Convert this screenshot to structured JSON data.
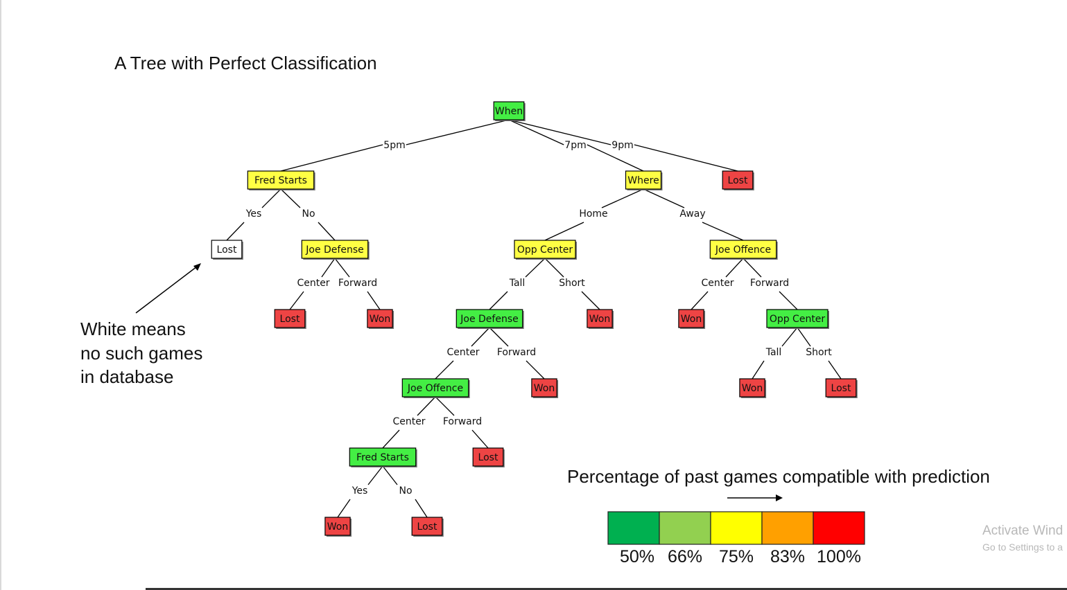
{
  "title": "A Tree with Perfect Classification",
  "annotation": {
    "lines": [
      "White means",
      "no such games",
      "in database"
    ]
  },
  "legend": {
    "title": "Percentage of past games compatible with prediction",
    "swatches": [
      {
        "color": "#00b050",
        "label": "50%"
      },
      {
        "color": "#92d050",
        "label": "66%"
      },
      {
        "color": "#ffff00",
        "label": "75%"
      },
      {
        "color": "#ffa000",
        "label": "83%"
      },
      {
        "color": "#ff0000",
        "label": "100%"
      }
    ]
  },
  "tree": {
    "colors": {
      "green": "#44ee44",
      "yellow": "#ffff44",
      "red": "#ee4444",
      "white": "#ffffff"
    },
    "nodes": [
      {
        "id": "when",
        "label": "When",
        "color": "green"
      },
      {
        "id": "fred1",
        "label": "Fred Starts",
        "color": "yellow"
      },
      {
        "id": "where",
        "label": "Where",
        "color": "yellow"
      },
      {
        "id": "lost9",
        "label": "Lost",
        "color": "red"
      },
      {
        "id": "lostW",
        "label": "Lost",
        "color": "white"
      },
      {
        "id": "joeD1",
        "label": "Joe Defense",
        "color": "yellow"
      },
      {
        "id": "oppC1",
        "label": "Opp Center",
        "color": "yellow"
      },
      {
        "id": "joeO1",
        "label": "Joe Offence",
        "color": "yellow"
      },
      {
        "id": "lostA",
        "label": "Lost",
        "color": "red"
      },
      {
        "id": "wonA",
        "label": "Won",
        "color": "red"
      },
      {
        "id": "joeD2",
        "label": "Joe Defense",
        "color": "green"
      },
      {
        "id": "wonB",
        "label": "Won",
        "color": "red"
      },
      {
        "id": "wonC",
        "label": "Won",
        "color": "red"
      },
      {
        "id": "oppC2",
        "label": "Opp Center",
        "color": "green"
      },
      {
        "id": "joeO2",
        "label": "Joe Offence",
        "color": "green"
      },
      {
        "id": "wonD",
        "label": "Won",
        "color": "red"
      },
      {
        "id": "wonE",
        "label": "Won",
        "color": "red"
      },
      {
        "id": "lostB",
        "label": "Lost",
        "color": "red"
      },
      {
        "id": "fred2",
        "label": "Fred Starts",
        "color": "green"
      },
      {
        "id": "lostC",
        "label": "Lost",
        "color": "red"
      },
      {
        "id": "wonF",
        "label": "Won",
        "color": "red"
      },
      {
        "id": "lostD",
        "label": "Lost",
        "color": "red"
      }
    ],
    "edges": [
      {
        "from": "when",
        "to": "fred1",
        "label": "5pm"
      },
      {
        "from": "when",
        "to": "where",
        "label": "7pm"
      },
      {
        "from": "when",
        "to": "lost9",
        "label": "9pm"
      },
      {
        "from": "fred1",
        "to": "lostW",
        "label": "Yes"
      },
      {
        "from": "fred1",
        "to": "joeD1",
        "label": "No"
      },
      {
        "from": "where",
        "to": "oppC1",
        "label": "Home"
      },
      {
        "from": "where",
        "to": "joeO1",
        "label": "Away"
      },
      {
        "from": "joeD1",
        "to": "lostA",
        "label": "Center"
      },
      {
        "from": "joeD1",
        "to": "wonA",
        "label": "Forward"
      },
      {
        "from": "oppC1",
        "to": "joeD2",
        "label": "Tall"
      },
      {
        "from": "oppC1",
        "to": "wonB",
        "label": "Short"
      },
      {
        "from": "joeO1",
        "to": "wonC",
        "label": "Center"
      },
      {
        "from": "joeO1",
        "to": "oppC2",
        "label": "Forward"
      },
      {
        "from": "joeD2",
        "to": "joeO2",
        "label": "Center"
      },
      {
        "from": "joeD2",
        "to": "wonD",
        "label": "Forward"
      },
      {
        "from": "oppC2",
        "to": "wonE",
        "label": "Tall"
      },
      {
        "from": "oppC2",
        "to": "lostB",
        "label": "Short"
      },
      {
        "from": "joeO2",
        "to": "fred2",
        "label": "Center"
      },
      {
        "from": "joeO2",
        "to": "lostC",
        "label": "Forward"
      },
      {
        "from": "fred2",
        "to": "wonF",
        "label": "Yes"
      },
      {
        "from": "fred2",
        "to": "lostD",
        "label": "No"
      }
    ]
  },
  "watermark": {
    "line1": "Activate Wind",
    "line2": "Go to Settings to a"
  }
}
